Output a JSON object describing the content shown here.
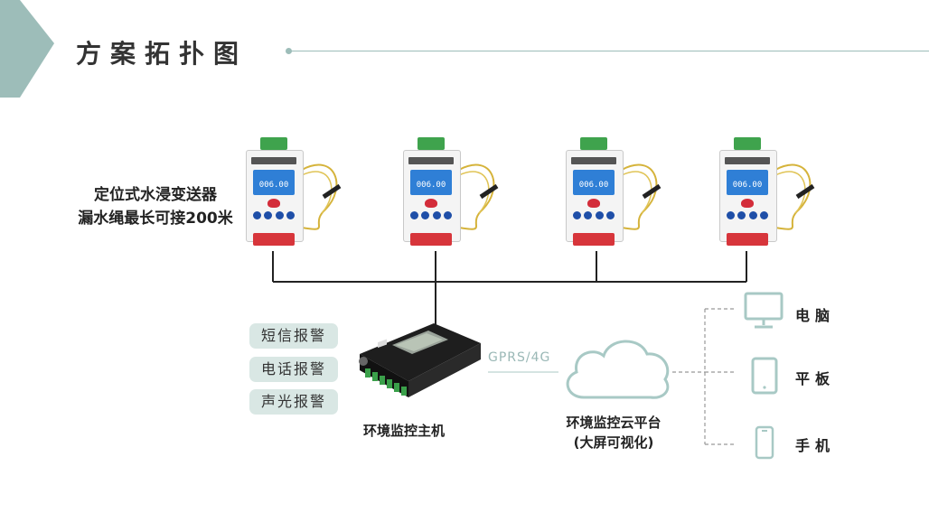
{
  "header": {
    "title": "方案拓扑图"
  },
  "sensors": {
    "caption_line1": "定位式水浸变送器",
    "caption_line2": "漏水绳最长可接200米",
    "display_value": "006.00"
  },
  "alarms": [
    "短信报警",
    "电话报警",
    "声光报警"
  ],
  "host": {
    "label": "环境监控主机"
  },
  "network": {
    "label": "GPRS/4G"
  },
  "cloud": {
    "line1": "环境监控云平台",
    "line2": "(大屏可视化)"
  },
  "devices": [
    "电脑",
    "平板",
    "手机"
  ],
  "colors": {
    "accent": "#9dbdb9",
    "alarm_bg": "#d9e7e4",
    "cloud_stroke": "#a8c9c5"
  }
}
